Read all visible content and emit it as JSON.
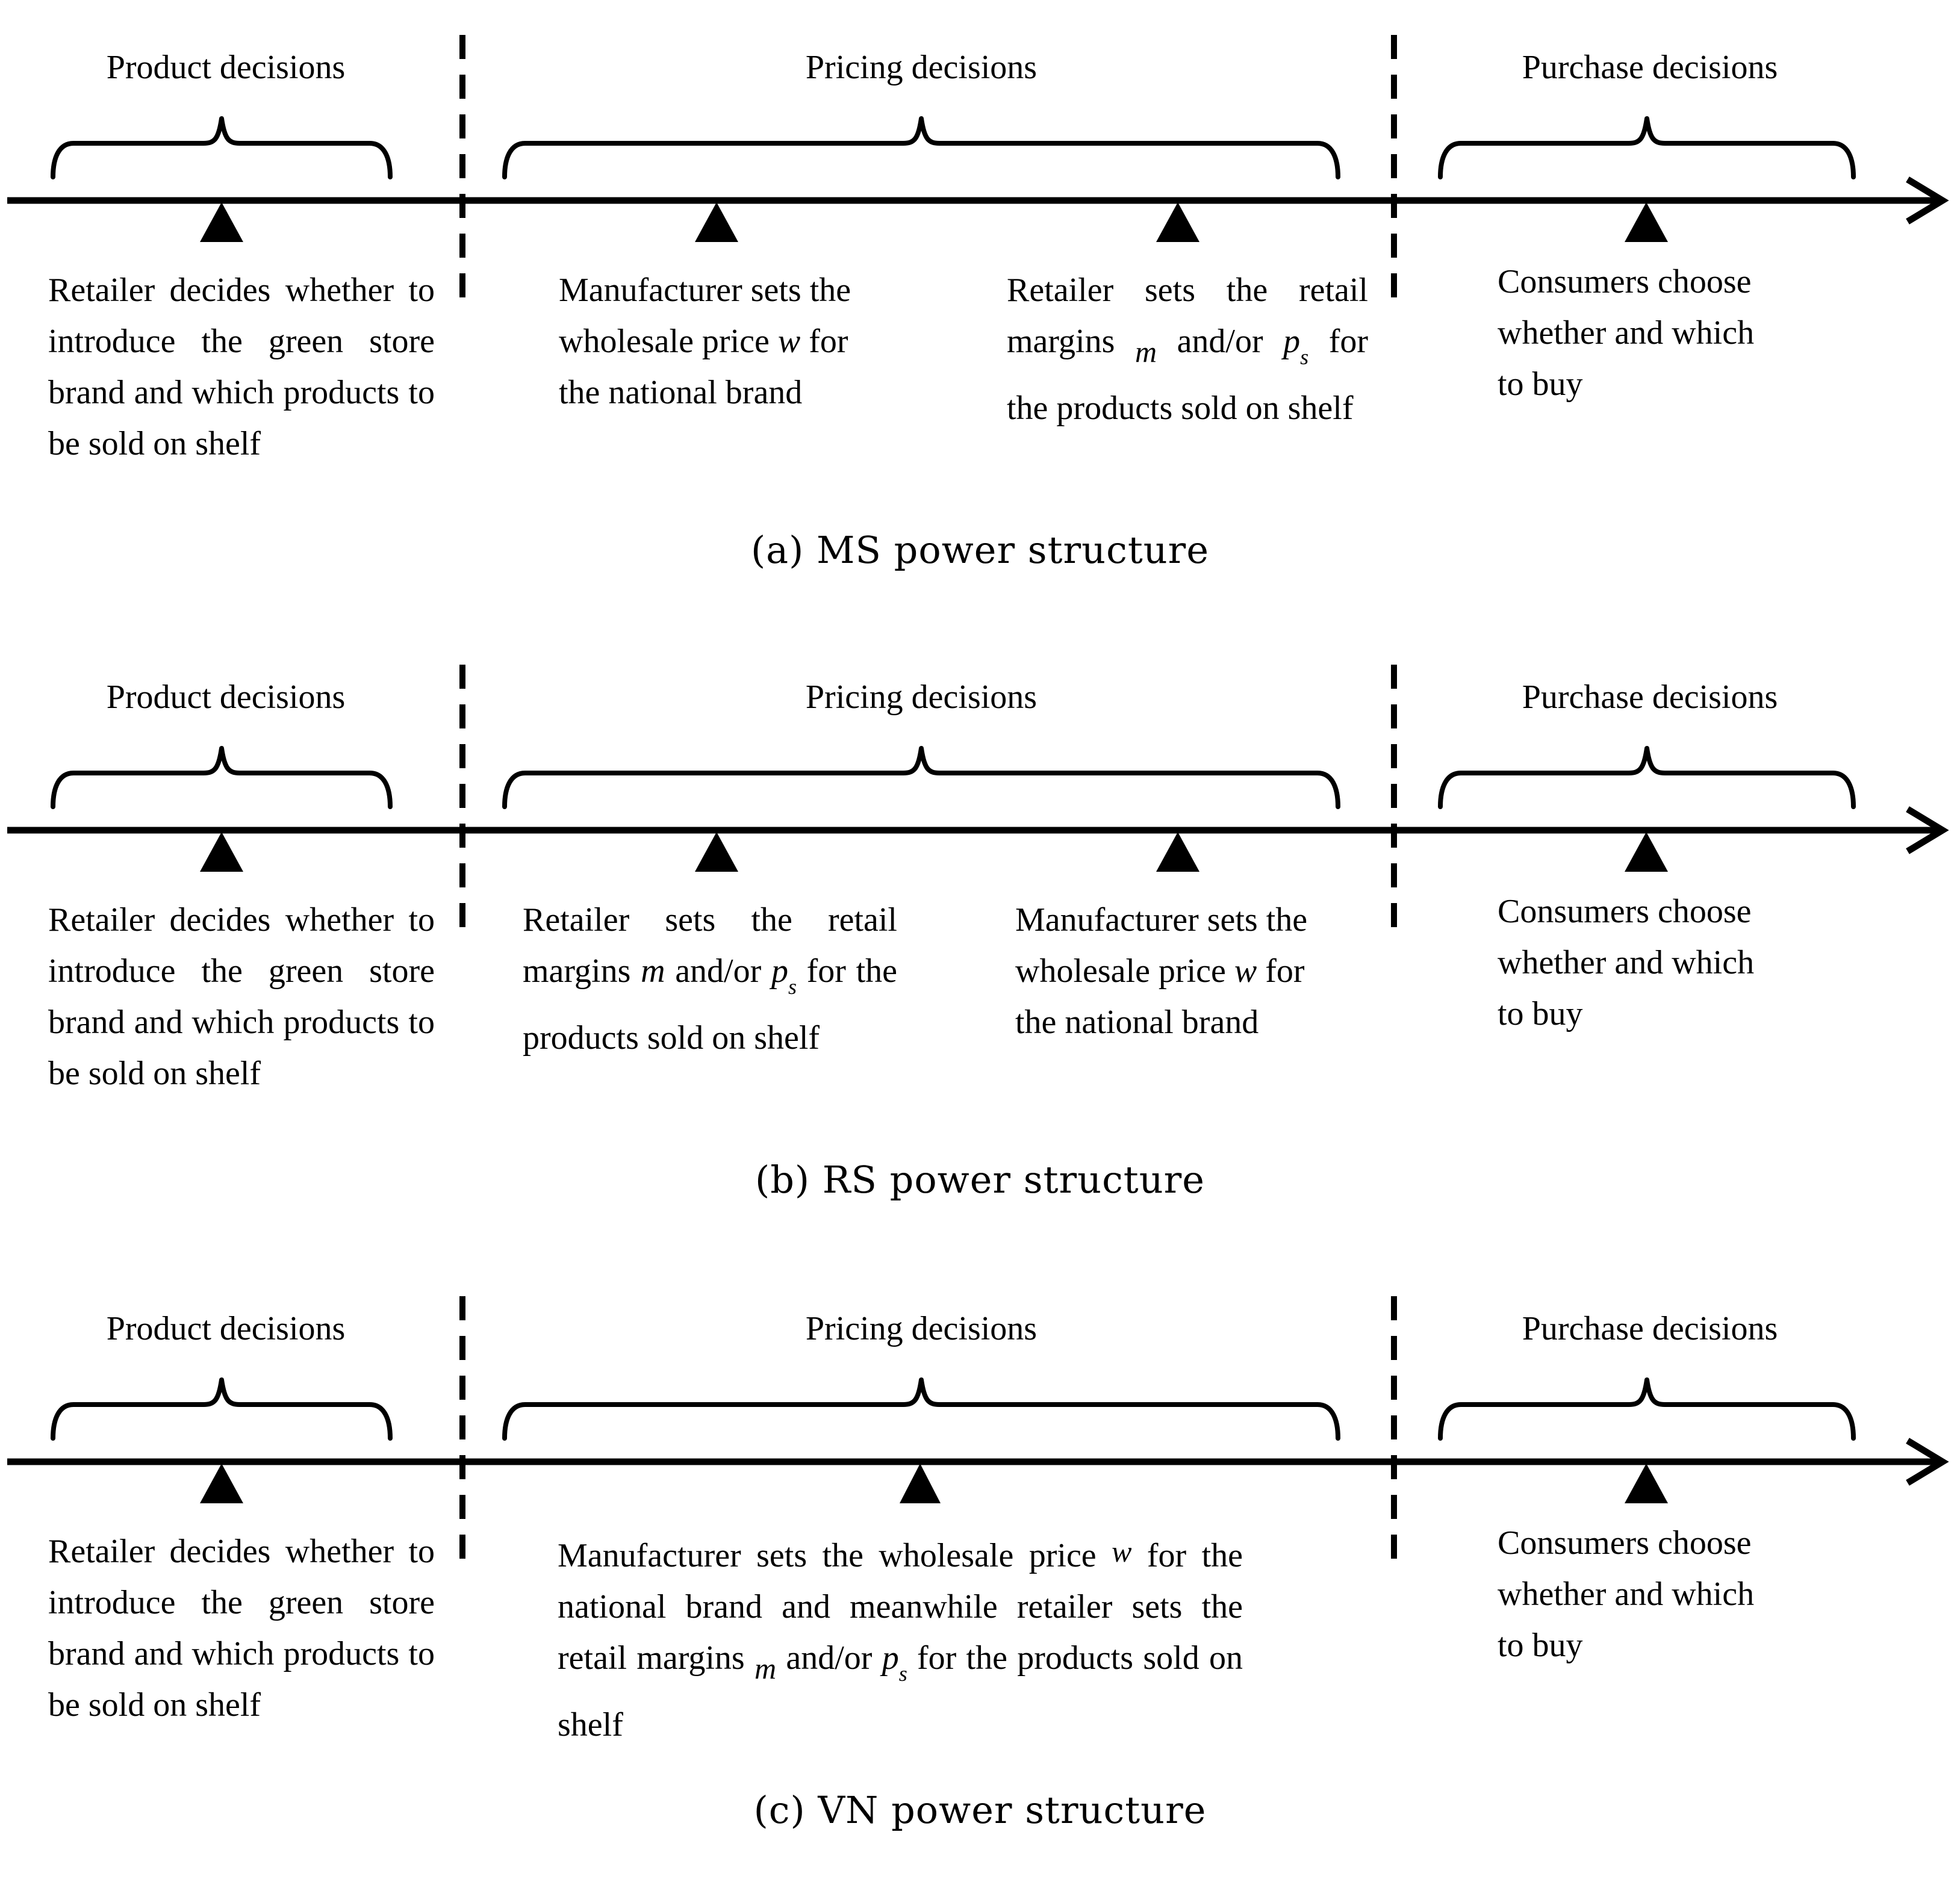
{
  "figure": {
    "colors": {
      "ink": "#000000",
      "background": "#ffffff"
    },
    "phase_labels": {
      "product": "Product decisions",
      "pricing": "Pricing decisions",
      "purchase": "Purchase decisions"
    },
    "notes": {
      "retailer_product": "Retailer decides whether to introduce the green store brand and which products to be sold on shelf",
      "consumers": "Consumers choose whether and which to buy",
      "manufacturer": {
        "pre": "Manufacturer sets the wholesale price ",
        "w": "w",
        "post": " for the national brand"
      },
      "retailer_margins": {
        "pre": "Retailer sets the retail margins ",
        "m": "m",
        "mid": " and/or ",
        "p": "p",
        "sub": "s",
        "post": " for the products sold on shelf"
      },
      "combined": {
        "pre": "Manufacturer sets the wholesale price ",
        "w": "w",
        "mid1": " for the national brand and meanwhile retailer sets the retail margins ",
        "m": "m",
        "mid2": " and/or ",
        "p": "p",
        "sub": "s",
        "post": " for the products sold on shelf"
      }
    },
    "captions": {
      "a": "(a) MS power structure",
      "b": "(b) RS power structure",
      "c": "(c) VN power structure"
    }
  }
}
